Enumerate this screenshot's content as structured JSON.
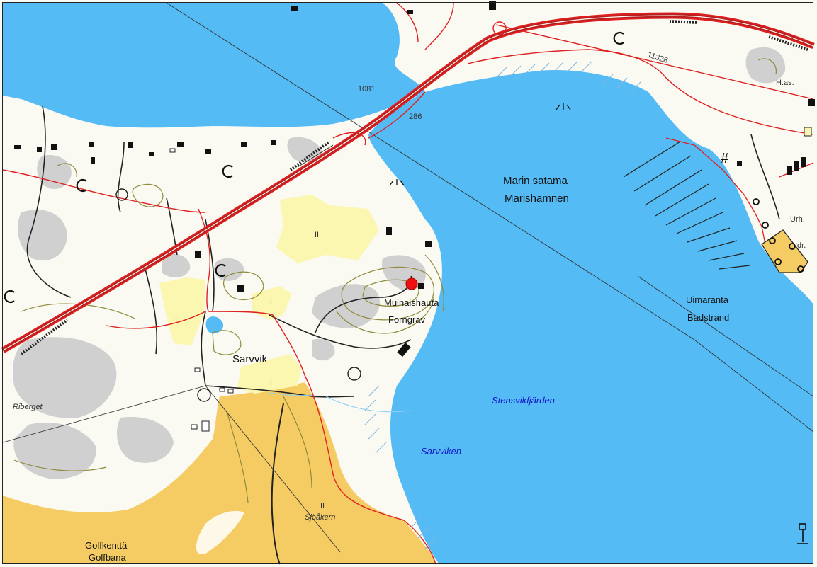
{
  "map": {
    "colors": {
      "water": "#55bbf5",
      "land": "#fafaf2",
      "rock": "#d0d0d0",
      "field": "#fbf7b0",
      "golf": "#f5cc63",
      "road_main": "#b81f1f",
      "road_outline": "#e02020",
      "contour": "#8f8a3a",
      "building": "#111111",
      "marker": "#ee1111"
    },
    "labels": {
      "marina_fi": "Marin satama",
      "marina_sv": "Marishamnen",
      "beach_fi": "Uimaranta",
      "beach_sv": "Badstrand",
      "grave_fi": "Muinaishauta",
      "grave_sv": "Forngrav",
      "village": "Sarvvik",
      "hill": "Riberget",
      "bay1": "Stensvikfjärden",
      "bay2": "Sarvviken",
      "field_name": "Sjöåkern",
      "golf_fi": "Golfkenttä",
      "golf_sv": "Golfbana",
      "road_num1": "1081",
      "road_num2": "286",
      "road_num3": "11328",
      "place_abbr1": "H.as.",
      "place_abbr2": "Urh.",
      "place_abbr3": "Idr.",
      "marina_symbol": "#"
    },
    "field_marks": [
      "II",
      "II",
      "II",
      "II",
      "II",
      "II"
    ],
    "marker": {
      "name": "point-of-interest"
    }
  }
}
